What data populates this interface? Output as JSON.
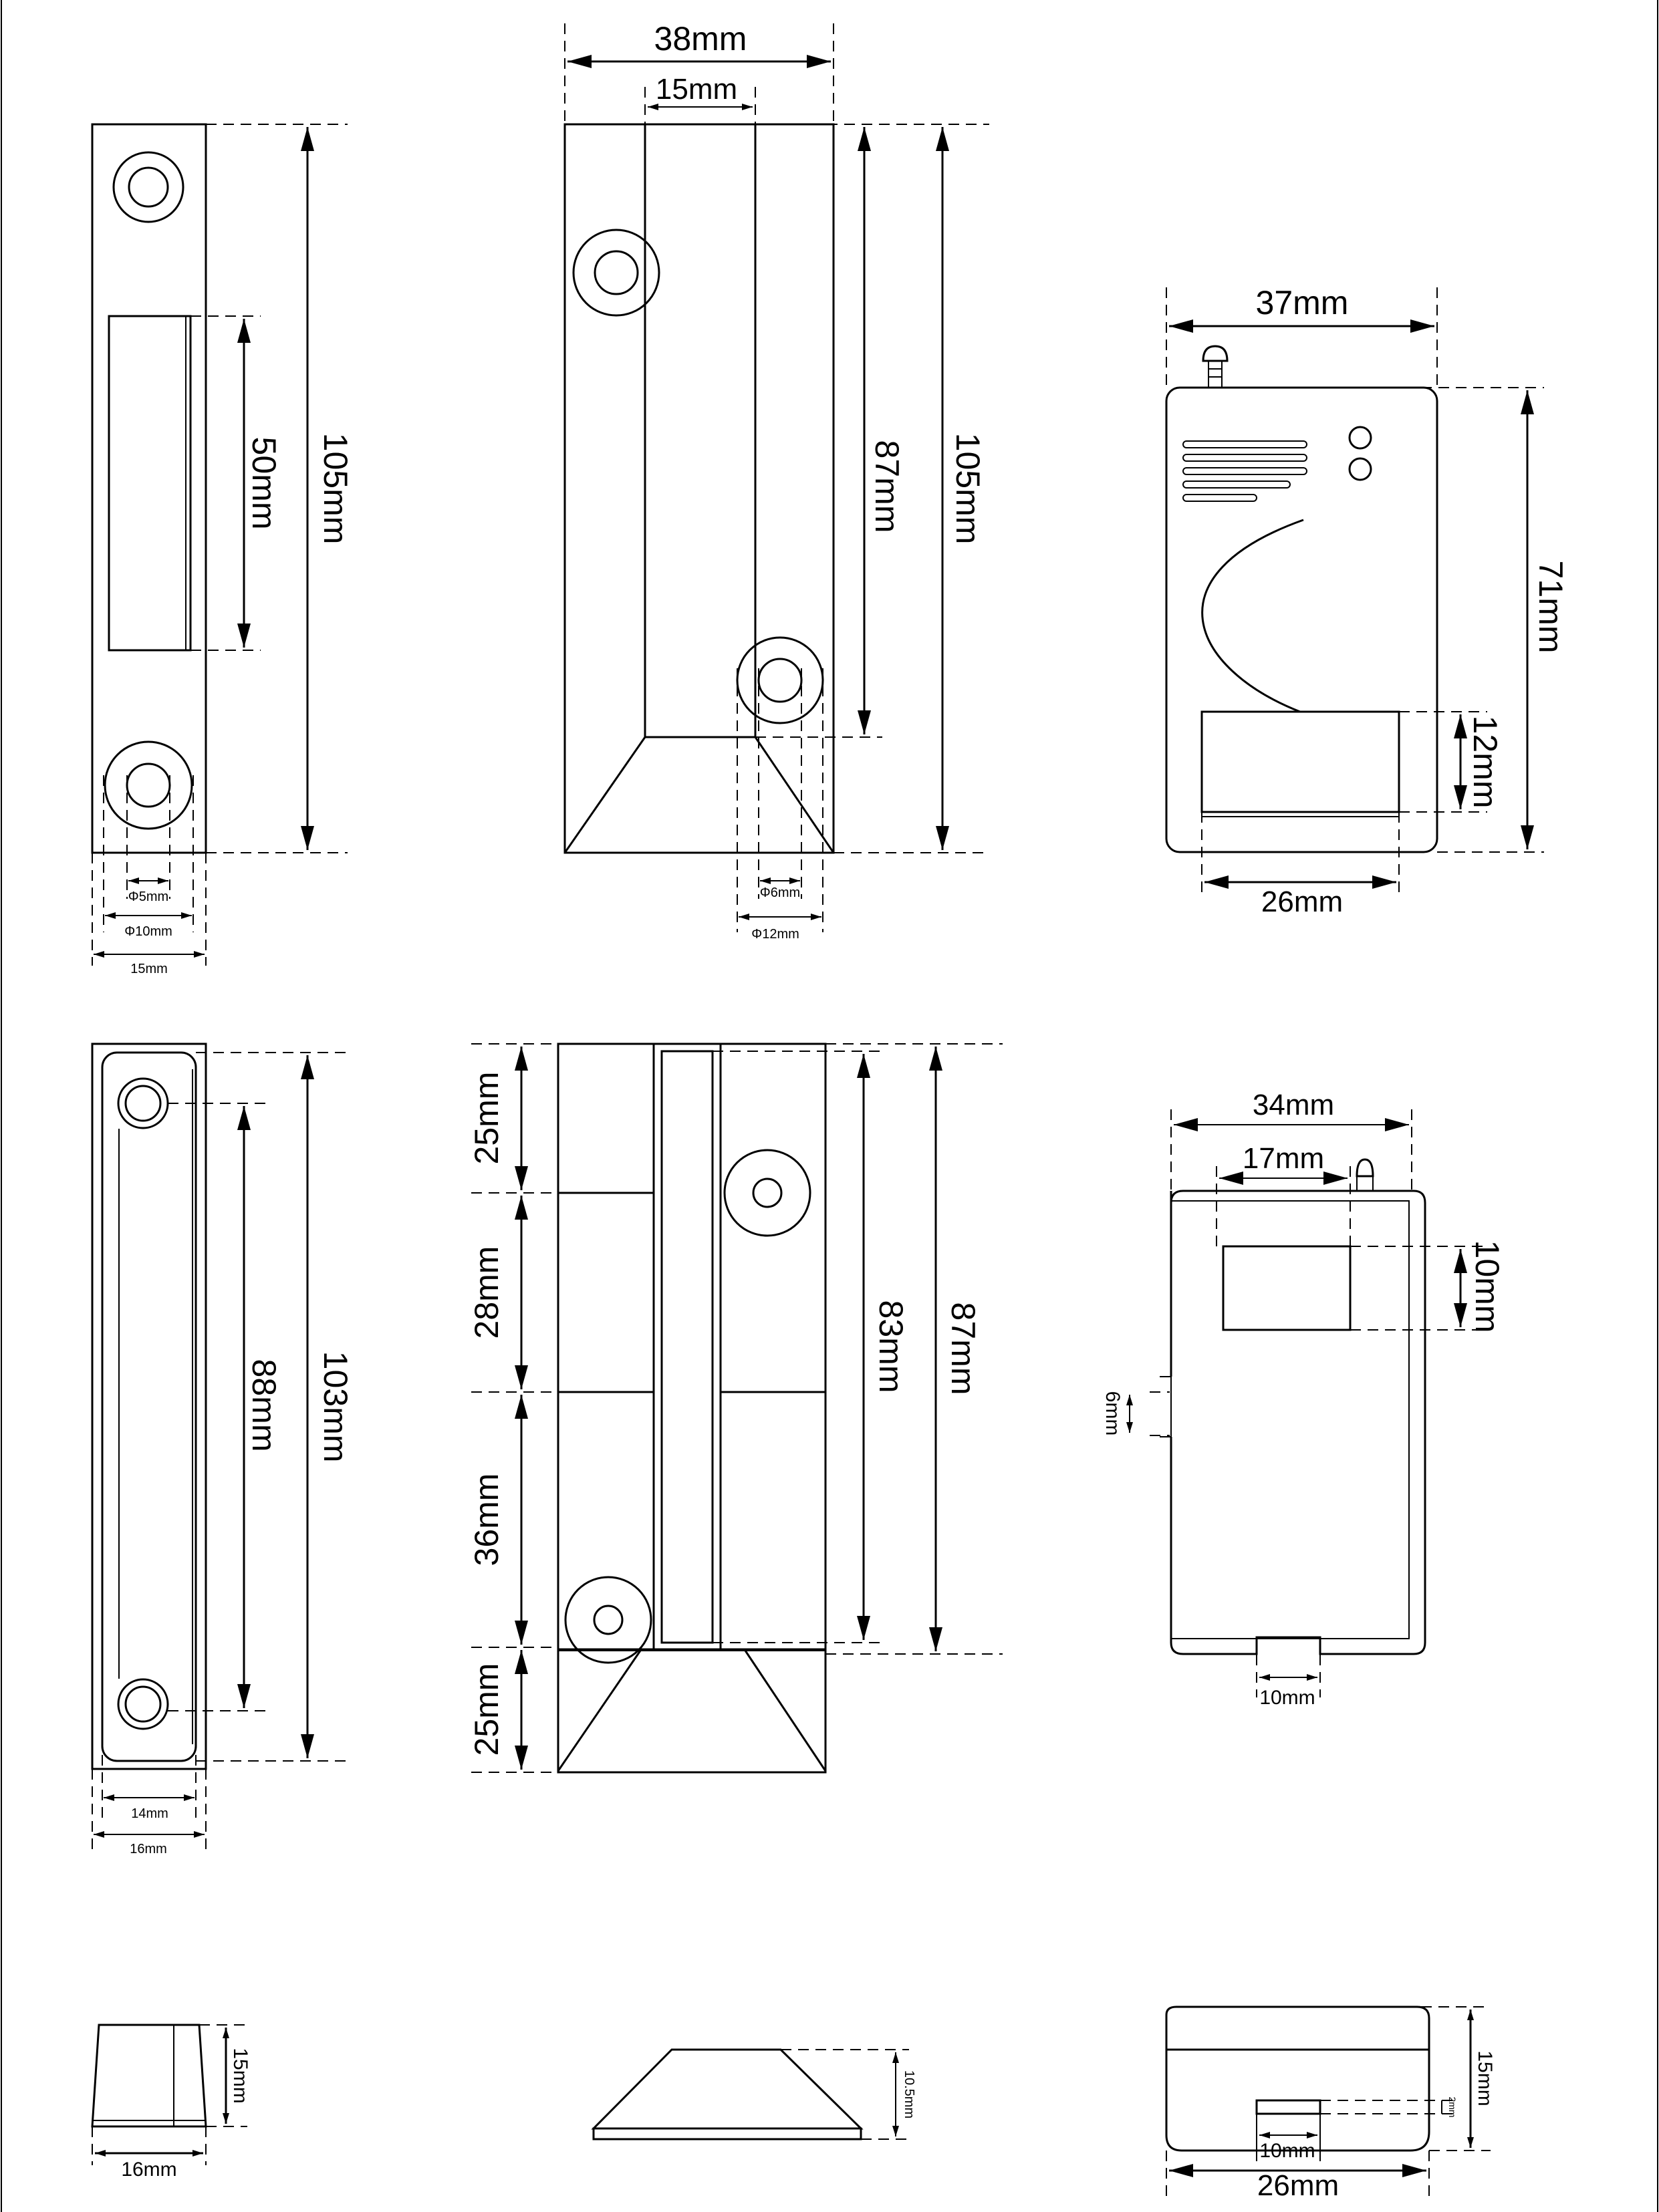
{
  "labels": {
    "v1_height": "105mm",
    "v1_slot": "50mm",
    "v1_hole_inner": "Φ5mm",
    "v1_hole_outer": "Φ10mm",
    "v1_width": "15mm",
    "v2_width": "38mm",
    "v2_inner": "15mm",
    "v2_h87": "87mm",
    "v2_h105": "105mm",
    "v2_hole_inner": "Φ6mm",
    "v2_hole_outer": "Φ12mm",
    "v3_width": "37mm",
    "v3_height": "71mm",
    "v3_slot_h": "12mm",
    "v3_slot_w": "26mm",
    "v4_height": "103mm",
    "v4_inner": "88mm",
    "v4_inner_w": "14mm",
    "v4_width": "16mm",
    "v5_s1": "25mm",
    "v5_s2": "28mm",
    "v5_s3": "36mm",
    "v5_s4": "25mm",
    "v5_h83": "83mm",
    "v5_h87": "87mm",
    "v6_width": "34mm",
    "v6_inner": "17mm",
    "v6_slot_h": "10mm",
    "v6_notch": "6mm",
    "v6_bottom": "10mm",
    "v7_height": "15mm",
    "v7_width": "16mm",
    "v8_height": "10.5mm",
    "v9_height": "15mm",
    "v9_notch": "2mm",
    "v9_slot": "10mm",
    "v9_width": "26mm"
  }
}
